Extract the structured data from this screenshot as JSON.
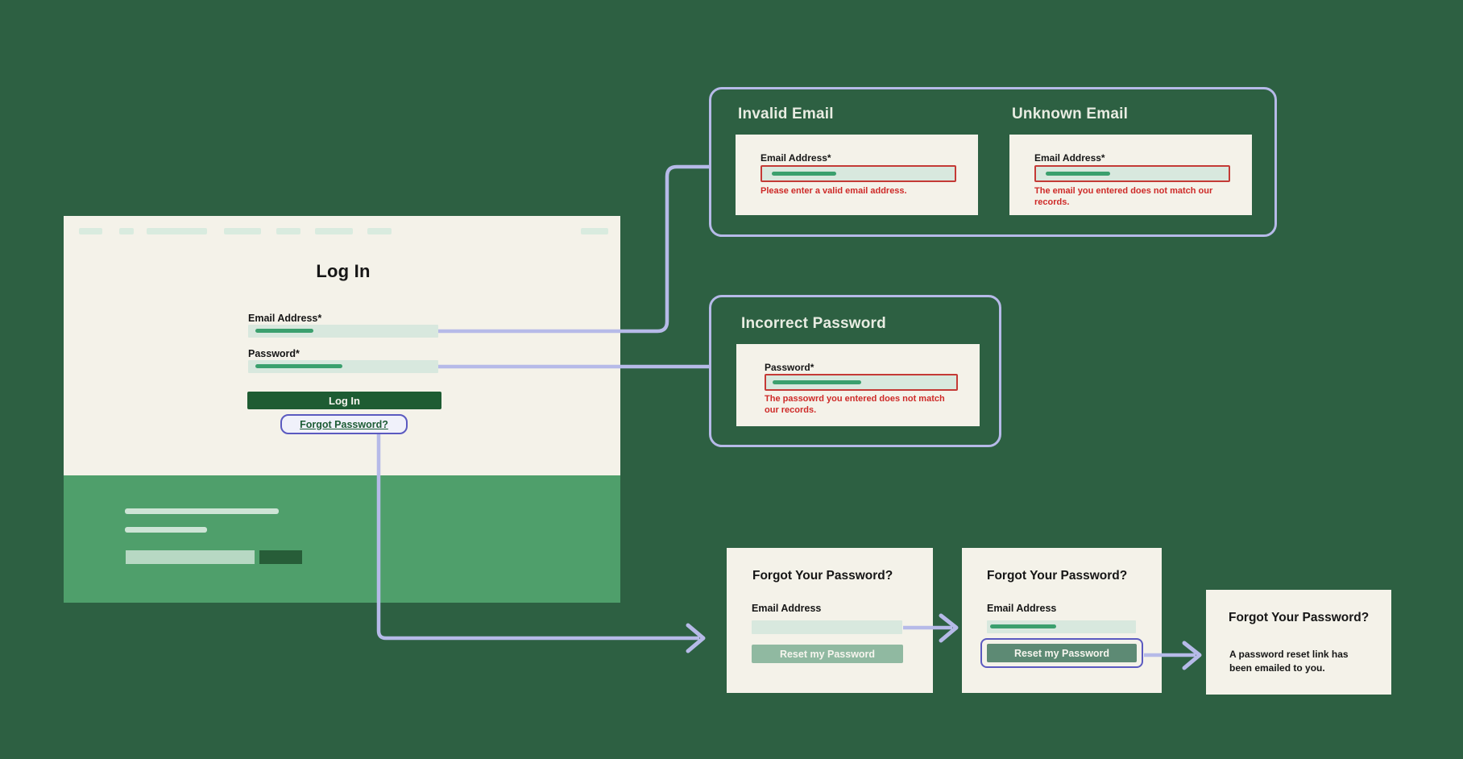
{
  "flow": {
    "login": {
      "title": "Log In",
      "email_label": "Email Address*",
      "password_label": "Password*",
      "login_button_label": "Log In",
      "forgot_password_link": "Forgot Password?"
    },
    "email_errors_panel": {
      "invalid": {
        "title": "Invalid Email",
        "field_label": "Email Address*",
        "error_message": "Please enter a valid email address."
      },
      "unknown": {
        "title": "Unknown Email",
        "field_label": "Email Address*",
        "error_message": "The email you entered does not match our records."
      }
    },
    "incorrect_password_panel": {
      "title": "Incorrect Password",
      "field_label": "Password*",
      "error_message": "The passowrd you entered does not match our records."
    },
    "forgot_password_flow": {
      "step_request": {
        "title": "Forgot Your Password?",
        "email_label": "Email Address",
        "button_label": "Reset my Password"
      },
      "step_filled": {
        "title": "Forgot Your Password?",
        "email_label": "Email Address",
        "button_label": "Reset my Password"
      },
      "step_confirmation": {
        "title": "Forgot Your Password?",
        "message": "A password reset link has been emailed to you."
      }
    }
  },
  "colors": {
    "background": "#2d6042",
    "surface": "#f4f2e9",
    "accent_green": "#1e5c33",
    "mid_green": "#4f9f6b",
    "input_fill": "#d8e8de",
    "typed_text_line": "#3ba06e",
    "error_red": "#ce2a28",
    "error_border_red": "#c43a36",
    "connector_lavender": "#b6bae8",
    "highlight_purple": "#5b5ac0",
    "sage_button": "#90b9a1",
    "dark_sage_button": "#5d8a74"
  }
}
